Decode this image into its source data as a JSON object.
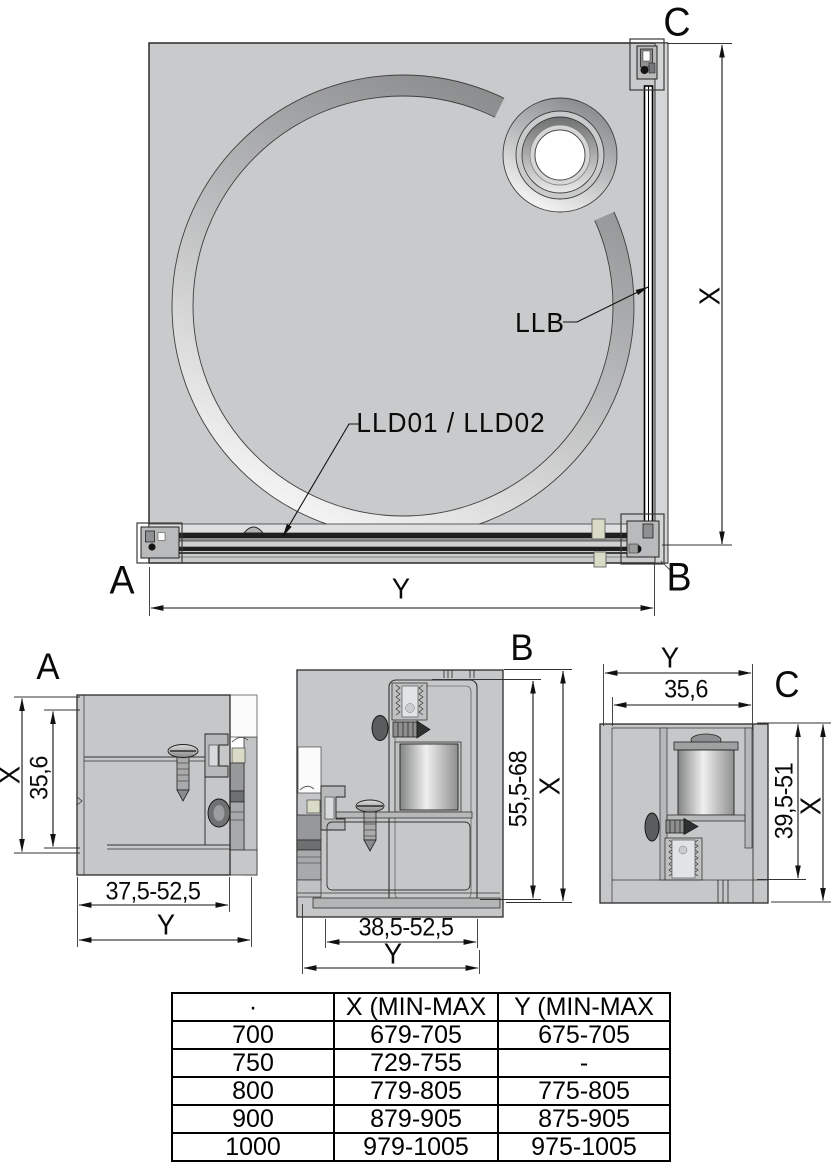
{
  "colors": {
    "tray_fill": "#c9cacb",
    "detail_block_fill": "#c6c7c8",
    "outline": "#1a1a1a",
    "anchor_beige": "#dadbc6"
  },
  "plan": {
    "corner_a": "A",
    "corner_b": "B",
    "corner_c": "C",
    "fixed_panel_label": "LLB",
    "door_label": "LLD01 / LLD02",
    "dim_height": "X",
    "dim_width": "Y"
  },
  "detail_a": {
    "title": "A",
    "dim_outer_height": "X",
    "dim_inner_height": "35,6",
    "dim_inner_width": "37,5-52,5",
    "dim_outer_width": "Y"
  },
  "detail_b": {
    "title": "B",
    "dim_inner_height": "55,5-68",
    "dim_outer_height": "X",
    "dim_inner_width": "38,5-52,5",
    "dim_outer_width": "Y"
  },
  "detail_c": {
    "title": "C",
    "dim_outer_width": "Y",
    "dim_inner_width": "35,6",
    "dim_inner_height": "39,5-51",
    "dim_outer_height": "X"
  },
  "table": {
    "headers": [
      "·",
      "X (MIN-MAX",
      "Y (MIN-MAX"
    ],
    "rows": [
      [
        "700",
        "679-705",
        "675-705"
      ],
      [
        "750",
        "729-755",
        "-"
      ],
      [
        "800",
        "779-805",
        "775-805"
      ],
      [
        "900",
        "879-905",
        "875-905"
      ],
      [
        "1000",
        "979-1005",
        "975-1005"
      ]
    ]
  }
}
